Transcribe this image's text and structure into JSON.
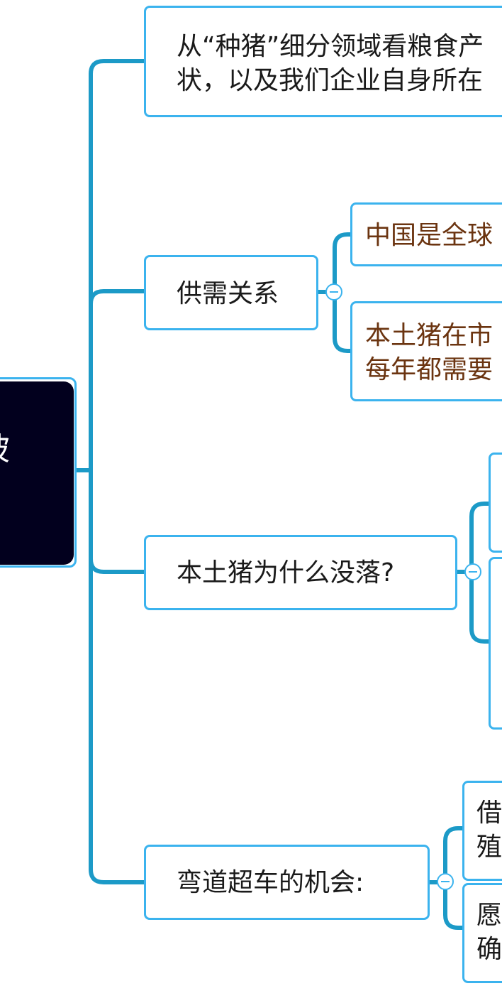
{
  "colors": {
    "border": "#3bb3ee",
    "connector": "#1c9ac7",
    "root_bg": "#02001e",
    "brown_text": "#6b3410"
  },
  "root": {
    "text": "坡"
  },
  "branches": [
    {
      "lines": [
        "从“种猪”细分领域看粮食产",
        "状，以及我们企业自身所在"
      ]
    },
    {
      "lines": [
        "供需关系"
      ],
      "children": [
        {
          "lines": [
            "中国是全球"
          ]
        },
        {
          "lines": [
            "本土猪在市",
            "每年都需要"
          ]
        }
      ]
    },
    {
      "lines": [
        "本土猪为什么没落?"
      ],
      "children": [
        {
          "lines": []
        },
        {
          "lines": []
        }
      ]
    },
    {
      "lines": [
        "弯道超车的机会:"
      ],
      "children": [
        {
          "lines": [
            "借",
            "殖"
          ]
        },
        {
          "lines": [
            "愿",
            "确"
          ]
        }
      ]
    }
  ],
  "collapse_icons": [
    "collapse-supply",
    "collapse-decline",
    "collapse-opportunity"
  ]
}
